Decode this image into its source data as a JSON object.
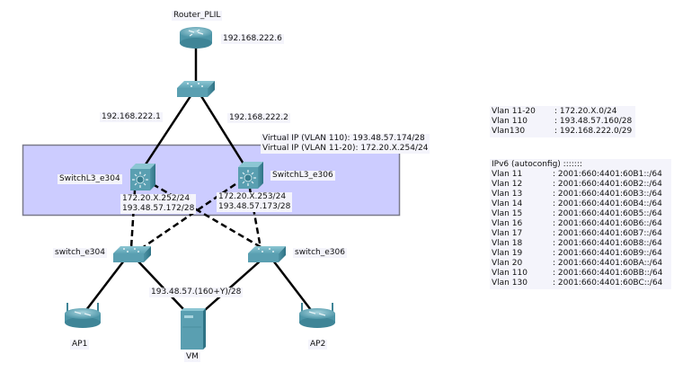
{
  "devices": {
    "router": {
      "name": "Router_PLIL",
      "ip": "192.168.222.6"
    },
    "core_switch": {
      "name": ""
    },
    "l3_left": {
      "name": "SwitchL3_e304",
      "ips": [
        "172.20.X.252/24",
        "193.48.57.172/28"
      ]
    },
    "l3_right": {
      "name": "SwitchL3_e306",
      "ips": [
        "172.20.X.253/24",
        "193.48.57.173/28"
      ]
    },
    "sw_left": {
      "name": "switch_e304"
    },
    "sw_right": {
      "name": "switch_e306"
    },
    "ap1": {
      "name": "AP1"
    },
    "ap2": {
      "name": "AP2"
    },
    "vm": {
      "name": "VM"
    }
  },
  "links": {
    "left_uplink_ip": "192.168.222.1",
    "right_uplink_ip": "192.168.222.2",
    "vm_subnet": "193.48.57.(160+Y)/28"
  },
  "virtual_ips": [
    "Virtual IP (VLAN 110): 193.48.57.174/28",
    "Virtual IP (VLAN 11-20): 172.20.X.254/24"
  ],
  "ipv4_legend": [
    {
      "vlan": "Vlan 11-20",
      "value": ": 172.20.X.0/24"
    },
    {
      "vlan": "Vlan 110",
      "value": ": 193.48.57.160/28"
    },
    {
      "vlan": "Vlan130",
      "value": ": 192.168.222.0/29"
    }
  ],
  "ipv6_legend": {
    "title": "IPv6 (autoconfig) :::::::",
    "rows": [
      {
        "vlan": "Vlan 11",
        "value": ": 2001:660:4401:60B1::/64"
      },
      {
        "vlan": "Vlan 12",
        "value": ": 2001:660:4401:60B2::/64"
      },
      {
        "vlan": "Vlan 13",
        "value": ": 2001:660:4401:60B3::/64"
      },
      {
        "vlan": "Vlan 14",
        "value": ": 2001:660:4401:60B4::/64"
      },
      {
        "vlan": "Vlan 15",
        "value": ": 2001:660:4401:60B5::/64"
      },
      {
        "vlan": "Vlan 16",
        "value": ": 2001:660:4401:60B6::/64"
      },
      {
        "vlan": "Vlan 17",
        "value": ": 2001:660:4401:60B7::/64"
      },
      {
        "vlan": "Vlan 18",
        "value": ": 2001:660:4401:60B8::/64"
      },
      {
        "vlan": "Vlan 19",
        "value": ": 2001:660:4401:60B9::/64"
      },
      {
        "vlan": "Vlan 20",
        "value": ": 2001:660:4401:60BA::/64"
      },
      {
        "vlan": "Vlan 110",
        "value": ": 2001:660:4401:60BB::/64"
      },
      {
        "vlan": "Vlan 130",
        "value": ": 2001:660:4401:60BC::/64"
      }
    ]
  },
  "colors": {
    "device_teal": "#5b9fb0",
    "device_dark": "#2f6f80",
    "cluster_fill": "#ccccff",
    "cluster_border": "#7a7a8a",
    "link": "#000000"
  }
}
